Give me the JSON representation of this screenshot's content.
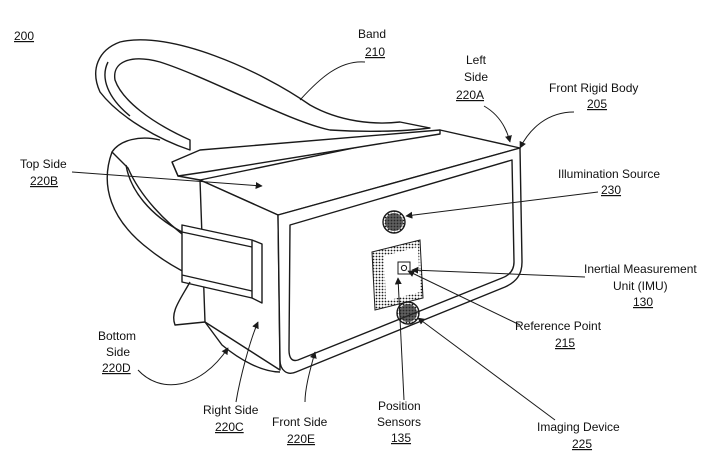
{
  "figure_number": "200",
  "labels": {
    "band": {
      "name": "Band",
      "ref": "210"
    },
    "left_side": {
      "line1": "Left",
      "line2": "Side",
      "ref": "220A"
    },
    "front_rigid_body": {
      "name": "Front Rigid Body",
      "ref": "205"
    },
    "top_side": {
      "name": "Top Side",
      "ref": "220B"
    },
    "illumination_source": {
      "name": "Illumination Source",
      "ref": "230"
    },
    "imu": {
      "line1": "Inertial Measurement",
      "line2": "Unit (IMU)",
      "ref": "130"
    },
    "reference_point": {
      "name": "Reference Point",
      "ref": "215"
    },
    "bottom_side": {
      "line1": "Bottom",
      "line2": "Side",
      "ref": "220D"
    },
    "right_side": {
      "name": "Right Side",
      "ref": "220C"
    },
    "front_side": {
      "name": "Front Side",
      "ref": "220E"
    },
    "position_sensors": {
      "line1": "Position",
      "line2": "Sensors",
      "ref": "135"
    },
    "imaging_device": {
      "name": "Imaging Device",
      "ref": "225"
    }
  },
  "colors": {
    "line": "#1a1a1a",
    "sensor_fill": "#2a2a2a",
    "background": "#ffffff"
  }
}
